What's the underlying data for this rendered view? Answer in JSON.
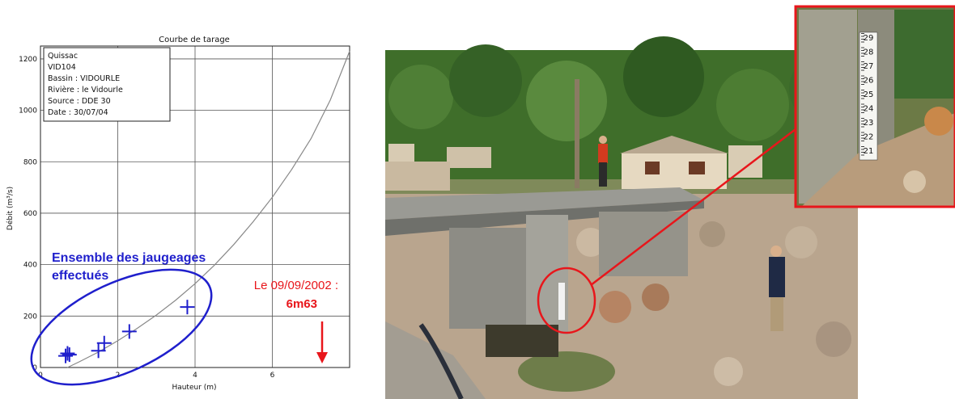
{
  "chart_data": {
    "type": "scatter",
    "title": "Courbe de tarage",
    "xlabel": "Hauteur (m)",
    "ylabel": "Débit (m³/s)",
    "xlim": [
      0,
      8
    ],
    "ylim": [
      0,
      1250
    ],
    "x_ticks": [
      0,
      2,
      4,
      6
    ],
    "y_ticks": [
      0,
      200,
      400,
      600,
      800,
      1000,
      1200
    ],
    "grid": true,
    "info_box": [
      "Quissac",
      "VID104",
      "Bassin : VIDOURLE",
      "Rivière : le Vidourle",
      "Source : DDE 30",
      "Date : 30/07/04"
    ],
    "series": [
      {
        "type": "line",
        "x": [
          0.7,
          1.0,
          1.5,
          2.0,
          2.5,
          3.0,
          3.5,
          4.0,
          4.5,
          5.0,
          5.5,
          6.0,
          6.5,
          7.0,
          7.5,
          8.0
        ],
        "y": [
          0,
          22,
          60,
          104,
          152,
          204,
          262,
          326,
          398,
          478,
          566,
          662,
          770,
          890,
          1040,
          1230
        ]
      },
      {
        "type": "scatter",
        "marker": "+",
        "x": [
          0.65,
          0.7,
          0.75,
          1.5,
          1.65,
          2.3,
          3.8
        ],
        "y": [
          45,
          55,
          50,
          65,
          95,
          140,
          235
        ]
      }
    ],
    "annotations": {
      "group_label": "Ensemble des jaugeages effectués",
      "event_label": "Le 09/09/2002 :",
      "event_value": "6m63"
    }
  },
  "colors": {
    "grid": "#555555",
    "curve": "#888888",
    "gaugings": "#1f1fcc",
    "event": "#e8161b"
  },
  "photos": {
    "bridge_photo": "bridge-over-vidourle-photo",
    "inset_photo": "staff-gauge-closeup-photo",
    "gauge_ticks": [
      "29",
      "28",
      "27",
      "26",
      "25",
      "24",
      "23",
      "22",
      "21"
    ]
  }
}
